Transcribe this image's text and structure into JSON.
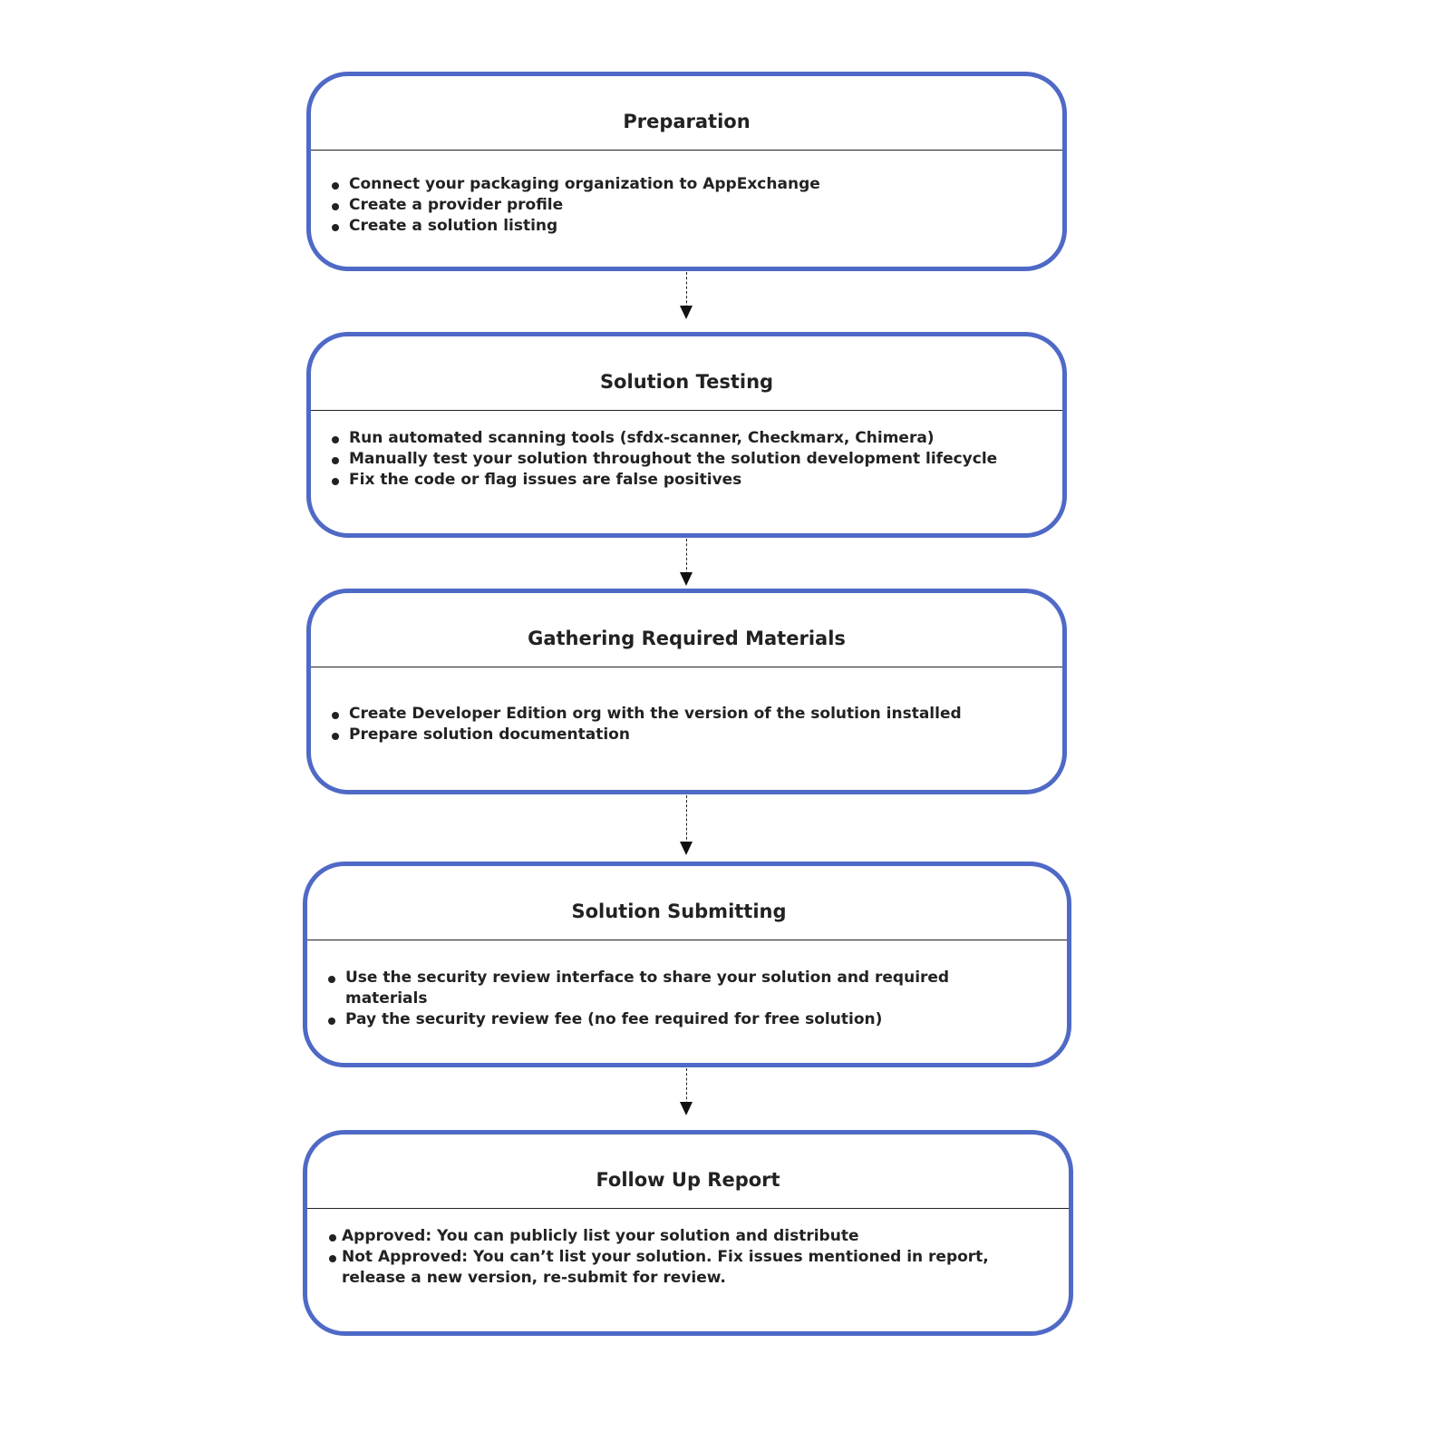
{
  "border_color": "#4f69c6",
  "steps": [
    {
      "title": "Preparation",
      "items": [
        "Connect your packaging organization to AppExchange",
        "Create a provider profile",
        "Create a solution listing"
      ]
    },
    {
      "title": "Solution Testing",
      "items": [
        "Run automated scanning tools (sfdx-scanner, Checkmarx, Chimera)",
        "Manually test your solution throughout the solution development lifecycle",
        "Fix the code or flag issues are false positives"
      ]
    },
    {
      "title": "Gathering Required Materials",
      "items": [
        "Create Developer Edition org with the version of the solution installed",
        "Prepare solution documentation"
      ]
    },
    {
      "title": "Solution Submitting",
      "items": [
        "Use the security review interface to share your solution and required materials",
        "Pay the security review fee (no fee required for free solution)"
      ]
    },
    {
      "title": "Follow Up Report",
      "items": [
        "Approved: You can publicly list your solution and distribute",
        "Not Approved: You can’t list your solution. Fix issues mentioned in report, release a new version, re-submit for review."
      ]
    }
  ]
}
